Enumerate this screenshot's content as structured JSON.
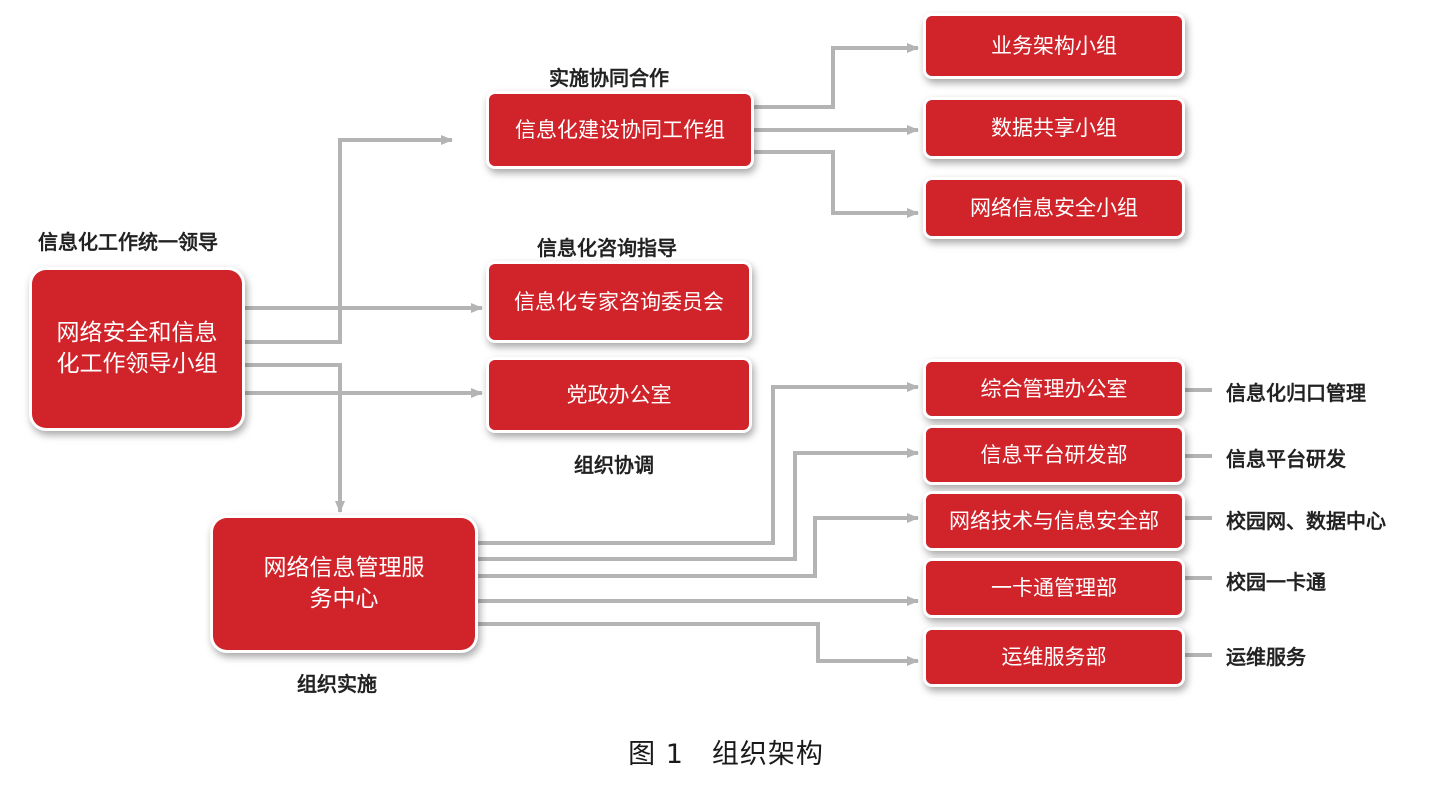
{
  "colors": {
    "box_fill": "#d1232a",
    "connector": "#b4b4b4",
    "label_text": "#222222"
  },
  "leadership": {
    "label": "信息化工作统一领导",
    "box": "网络安全和信息化工作领导小组"
  },
  "collaboration": {
    "label": "实施协同合作",
    "box": "信息化建设协同工作组",
    "subgroups": [
      "业务架构小组",
      "数据共享小组",
      "网络信息安全小组"
    ]
  },
  "consulting": {
    "label": "信息化咨询指导",
    "box": "信息化专家咨询委员会"
  },
  "coordination": {
    "label": "组织协调",
    "box": "党政办公室"
  },
  "implementation": {
    "label": "组织实施",
    "box": "网络信息管理服务中心",
    "departments": [
      {
        "name": "综合管理办公室",
        "duty": "信息化归口管理"
      },
      {
        "name": "信息平台研发部",
        "duty": "信息平台研发"
      },
      {
        "name": "网络技术与信息安全部",
        "duty": "校园网、数据中心"
      },
      {
        "name": "一卡通管理部",
        "duty": "校园一卡通"
      },
      {
        "name": "运维服务部",
        "duty": "运维服务"
      }
    ]
  },
  "caption": "图 1　组织架构"
}
